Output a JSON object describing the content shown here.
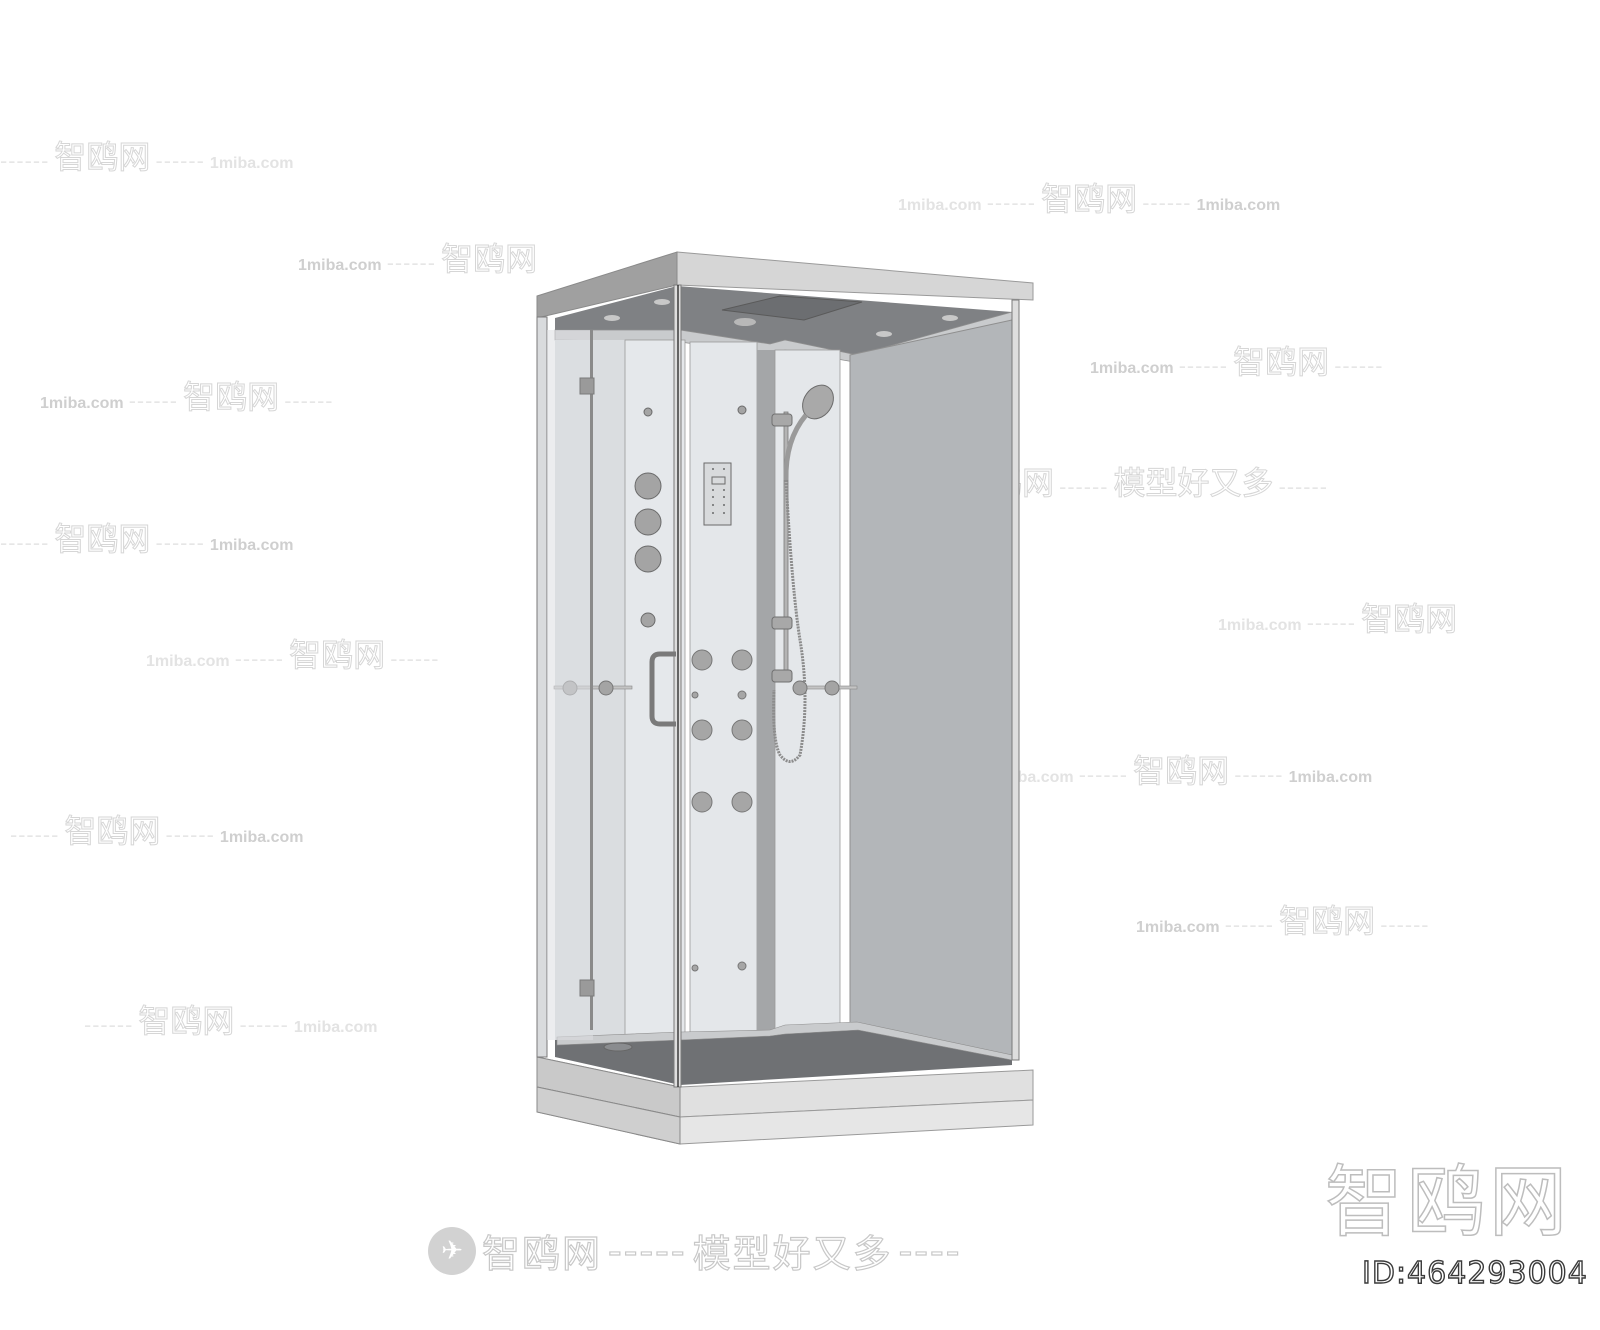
{
  "image": {
    "subject": "Steam shower enclosure 3D model render",
    "background_color": "#ffffff",
    "enclosure_colors": {
      "frame": "#d9d9d9",
      "roof_top": "#d4d4d4",
      "roof_front": "#c8c8c8",
      "roof_side": "#9f9f9f",
      "ceiling": "#7d7f82",
      "back_panel": "#e3e6e9",
      "glass_side": "#b2b5b8",
      "floor_tray": "#6f7174",
      "base_front": "#e2e2e2",
      "base_side": "#c9c9c9",
      "fixtures": "#9c9c9c"
    },
    "features": [
      "overhead rain shower",
      "ceiling lights",
      "hand shower with hose and slide rail",
      "three control knobs",
      "digital control keypad",
      "body massage jets",
      "hinged glass door with handle",
      "glass shelves",
      "raised shower tray"
    ]
  },
  "watermarks": {
    "site_domain": "1miba.com",
    "brand_cn": "智鸥网",
    "slogan_cn": "模型好又多",
    "dash": "------",
    "big_logo": "智鸥网",
    "id_label": "ID:464293004",
    "bottom_banner": {
      "brand": "智鸥网",
      "dash": "-----",
      "slogan": "模型好又多",
      "tail_dash": "----"
    }
  }
}
